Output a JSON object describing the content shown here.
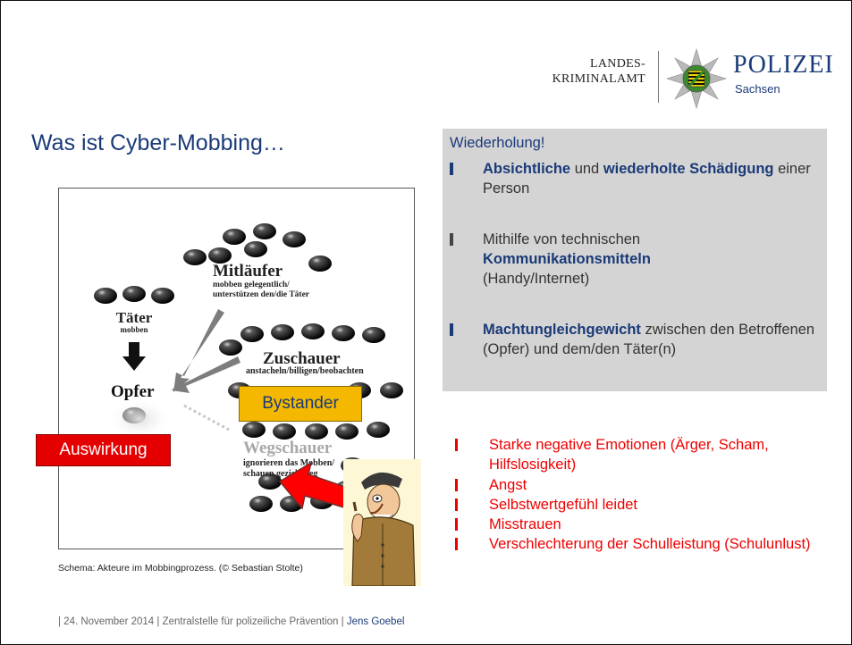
{
  "logo": {
    "lka_line1": "LANDES-",
    "lka_line2": "KRIMINALAMT",
    "polizei": "POLIZEI",
    "sachsen": "Sachsen"
  },
  "title": "Was ist Cyber-Mobbing…",
  "repetition": {
    "heading": "Wiederholung!",
    "item1": {
      "b1": "Absichtliche",
      "t1": " und ",
      "b2": "wiederholte Schädigung",
      "t2": " einer Person"
    },
    "item2": {
      "t1": "Mithilfe von technischen ",
      "b1": "Kommunikationsmitteln",
      "t2": " (Handy/Internet)"
    },
    "item3": {
      "b1": "Machtungleichgewicht",
      "t1": " zwischen den Betroffenen (Opfer) und dem/den Täter(n)"
    }
  },
  "diagram": {
    "mitlaeufer": "Mitläufer",
    "mitlaeufer_sub1": "mobben gelegentlich/",
    "mitlaeufer_sub2": "unterstützen den/die Täter",
    "taeter": "Täter",
    "taeter_sub": "mobben",
    "zuschauer": "Zuschauer",
    "zuschauer_sub": "anstacheln/billigen/beobachten",
    "opfer": "Opfer",
    "wegschauer": "Wegschauer",
    "wegschauer_sub1": "ignorieren das Mobben/",
    "wegschauer_sub2": "schauen gezielt weg"
  },
  "labels": {
    "bystander": "Bystander",
    "auswirkung": "Auswirkung"
  },
  "caption": "Schema: Akteure im Mobbingprozess. (© Sebastian Stolte)",
  "effects": [
    "Starke negative Emotionen (Ärger, Scham, Hilfslosigkeit)",
    "Angst",
    "Selbstwertgefühl leidet",
    "Misstrauen",
    "Verschlechterung der Schulleistung (Schulunlust)"
  ],
  "footer": {
    "text": "|  24. November 2014   |  Zentralstelle für polizeiliche Prävention  |",
    "name": "Jens Goebel"
  },
  "colors": {
    "accent_blue": "#1a3a78",
    "red": "#ee0000",
    "bystander_yellow": "#f4b800",
    "auswirkung_red": "#e40000",
    "box_gray": "#d4d4d4"
  }
}
